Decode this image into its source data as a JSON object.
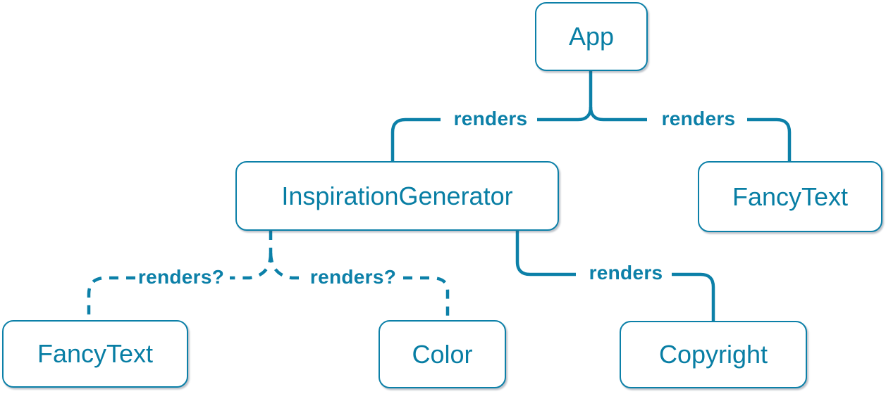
{
  "diagram": {
    "description": "Component render tree diagram",
    "accent_color": "#087ea4",
    "line_color": "#0c80a8",
    "node_background": "#ffffff",
    "nodes": [
      {
        "id": "app",
        "label": "App"
      },
      {
        "id": "inspiration-generator",
        "label": "InspirationGenerator"
      },
      {
        "id": "fancy-text-top",
        "label": "FancyText"
      },
      {
        "id": "fancy-text-bottom",
        "label": "FancyText"
      },
      {
        "id": "color",
        "label": "Color"
      },
      {
        "id": "copyright",
        "label": "Copyright"
      }
    ],
    "edges": [
      {
        "from": "App",
        "to": "InspirationGenerator",
        "label": "renders",
        "style": "solid"
      },
      {
        "from": "App",
        "to": "FancyText",
        "label": "renders",
        "style": "solid"
      },
      {
        "from": "InspirationGenerator",
        "to": "FancyText",
        "label": "renders?",
        "style": "dashed"
      },
      {
        "from": "InspirationGenerator",
        "to": "Color",
        "label": "renders?",
        "style": "dashed"
      },
      {
        "from": "InspirationGenerator",
        "to": "Copyright",
        "label": "renders",
        "style": "solid"
      }
    ]
  }
}
